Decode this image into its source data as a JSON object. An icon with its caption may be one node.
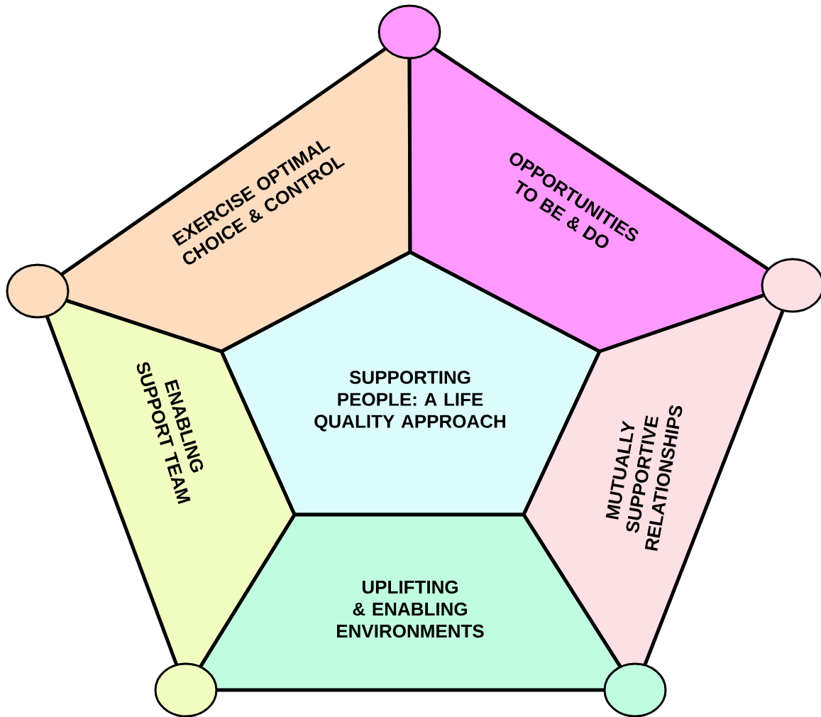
{
  "diagram": {
    "nodes": [
      {
        "text": [
          "SUPPORTING PEOPLE: A LIFE QUALITY APPROACH"
        ]
      },
      {
        "text": [
          "EXERCISE OPTIMAL CHOICE & CONTROL"
        ]
      },
      {
        "text": [
          "OPPORTUNITIES TO BE & DO"
        ]
      },
      {
        "text": [
          "MUTUALLY SUPPORTIVE RELATIONSHIPS"
        ]
      },
      {
        "text": [
          "UPLIFTING & ENABLING ENVIRONMENTS"
        ]
      },
      {
        "text": [
          "ENABLING SUPPORT TEAM"
        ]
      },
      {
        "text": [],
        "shape": "circle"
      },
      {
        "text": [],
        "shape": "circle"
      },
      {
        "text": [],
        "shape": "circle"
      },
      {
        "text": [],
        "shape": "circle"
      },
      {
        "text": [],
        "shape": "circle"
      }
    ]
  }
}
